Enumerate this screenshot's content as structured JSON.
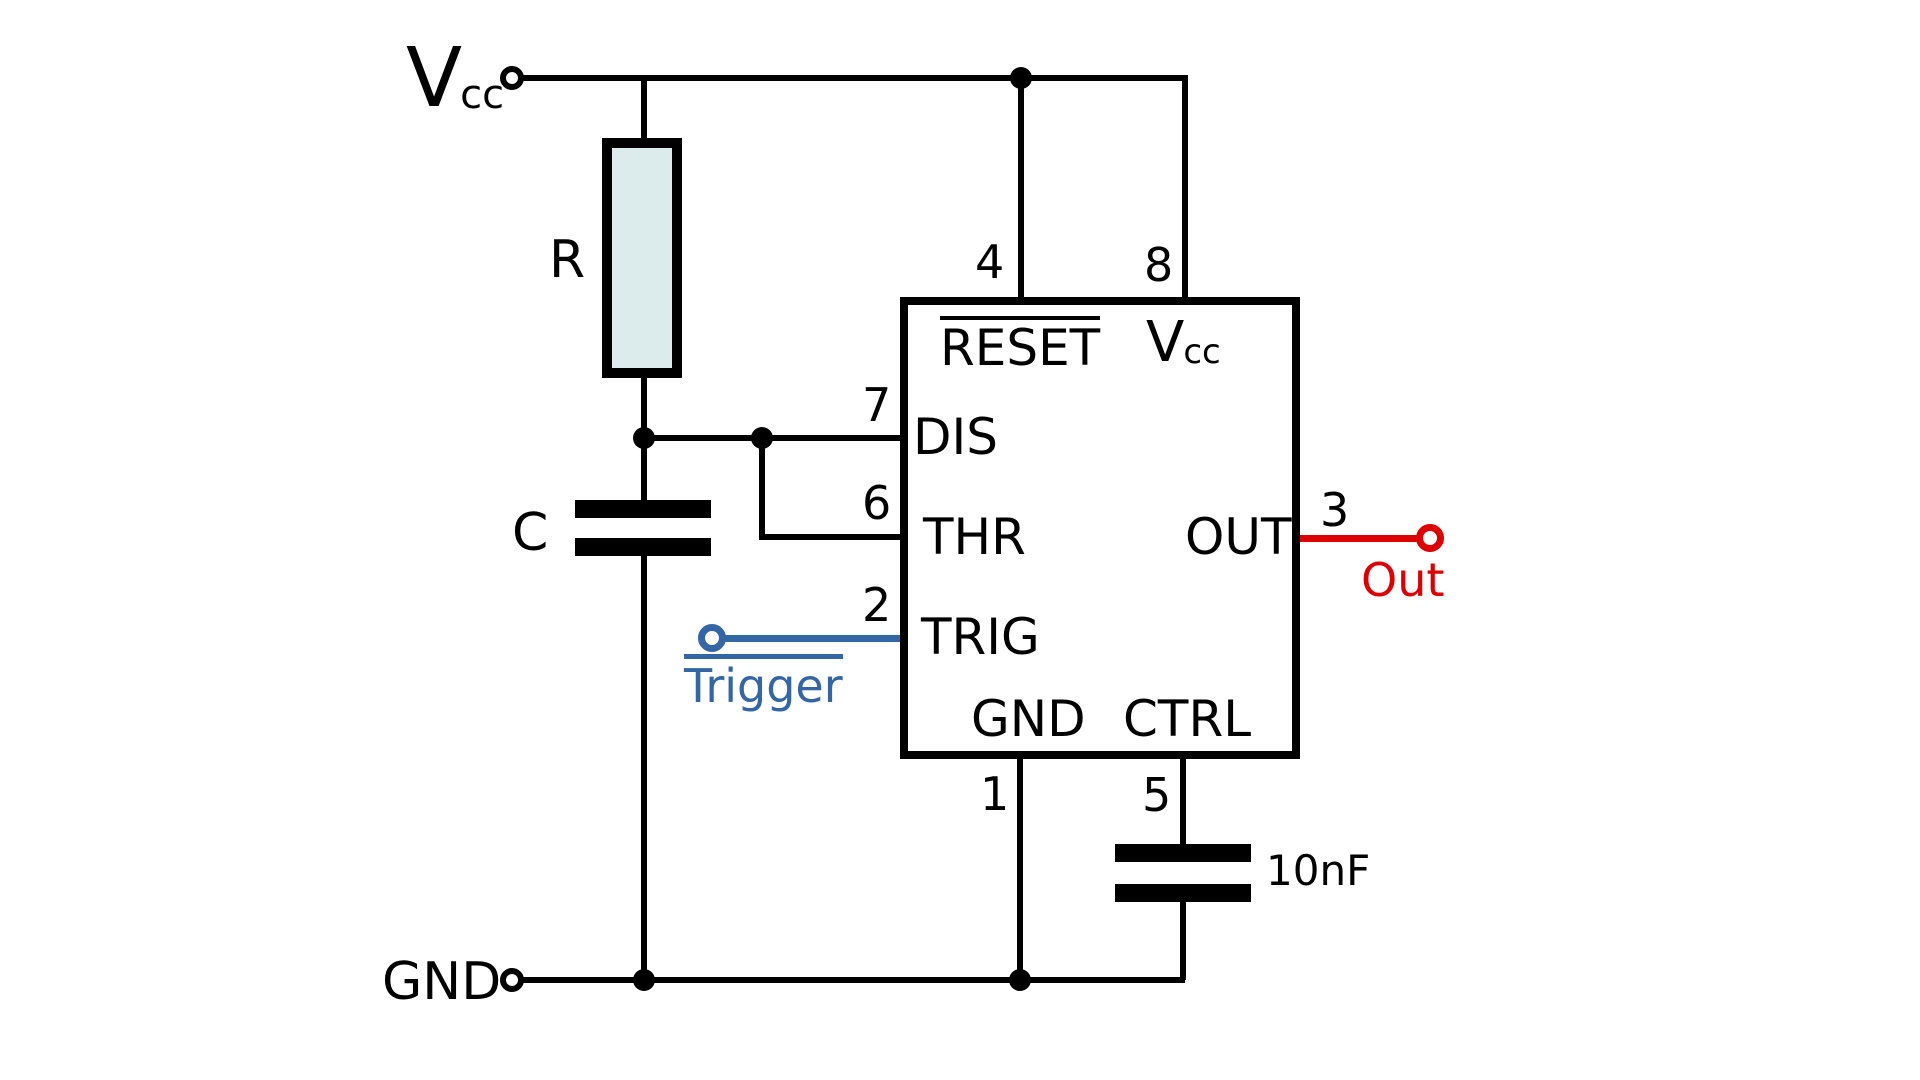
{
  "colors": {
    "wire": "#000000",
    "trigger_blue": "#3465a4",
    "output_red": "#dd0000",
    "resistor_fill": "#dcebeb",
    "background": "#ffffff"
  },
  "terminals": {
    "vcc": {
      "label_main": "V",
      "label_sub": "cc"
    },
    "gnd": {
      "label": "GND"
    },
    "trigger": {
      "label": "Trigger",
      "overline": true
    },
    "out": {
      "label": "Out"
    }
  },
  "components": {
    "resistor": {
      "label": "R"
    },
    "timing_capacitor": {
      "label": "C"
    },
    "control_capacitor": {
      "value": "10nF"
    }
  },
  "ic": {
    "pin_labels": {
      "reset": "RESET",
      "vcc_main": "V",
      "vcc_sub": "cc",
      "dis": "DIS",
      "thr": "THR",
      "trig": "TRIG",
      "out": "OUT",
      "gnd": "GND",
      "ctrl": "CTRL"
    },
    "pin_numbers": {
      "reset": "4",
      "vcc": "8",
      "dis": "7",
      "thr": "6",
      "trig": "2",
      "out": "3",
      "gnd": "1",
      "ctrl": "5"
    }
  }
}
